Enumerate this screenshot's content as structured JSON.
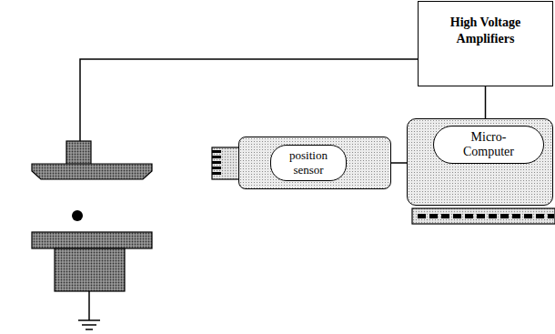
{
  "diagram": {
    "nodes": [
      {
        "text": [
          "High Voltage Amplifiers"
        ]
      },
      {
        "text": [
          "Micro-Computer"
        ]
      },
      {
        "text": [
          "position sensor"
        ]
      }
    ],
    "edges": [
      {
        "from": 0,
        "to": 1,
        "arrow": "none"
      },
      {
        "from": 2,
        "to": 1,
        "arrow": "none"
      }
    ]
  }
}
